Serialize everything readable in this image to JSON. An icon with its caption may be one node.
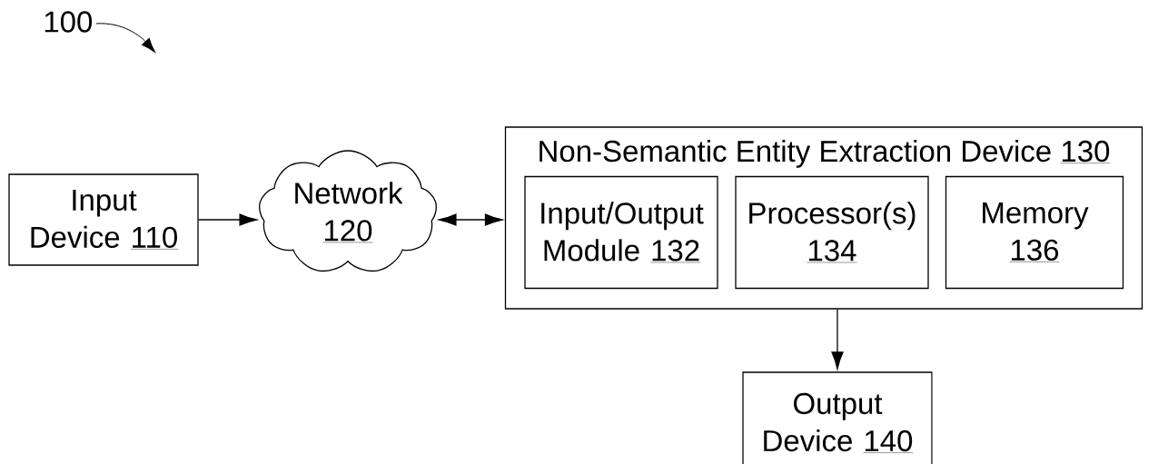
{
  "diagram": {
    "nodes": [
      {
        "text": [
          "Input Device",
          "110"
        ]
      },
      {
        "text": [
          "Network",
          "120"
        ]
      },
      {
        "text": [
          "Non-Semantic Entity Extraction Device",
          "130"
        ]
      },
      {
        "text": [
          "Input/Output Module",
          "132"
        ],
        "in": 2
      },
      {
        "text": [
          "Processor(s)",
          "134"
        ],
        "in": 2
      },
      {
        "text": [
          "Memory",
          "136"
        ],
        "in": 2
      },
      {
        "text": [
          "Output Device",
          "140"
        ]
      }
    ],
    "edges": [
      {
        "from": 0,
        "to": 1,
        "arrow": "to"
      },
      {
        "from": 1,
        "to": 2,
        "arrow": "both"
      },
      {
        "from": 2,
        "to": 6,
        "arrow": "to"
      }
    ],
    "labels": [
      "100"
    ]
  }
}
